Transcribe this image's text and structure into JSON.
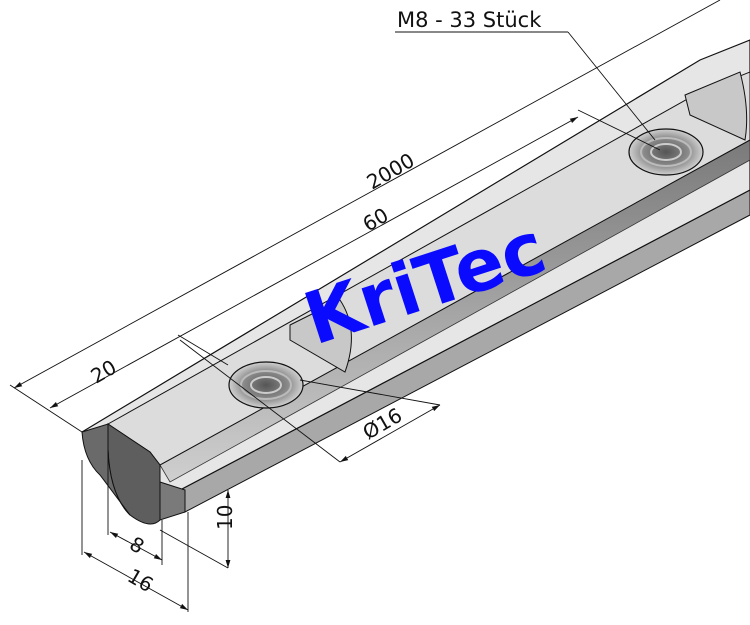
{
  "drawing": {
    "type": "isometric technical drawing",
    "part": "threaded strip / slot nut bar",
    "callout": {
      "label": "M8 - 33 Stück"
    },
    "watermark": {
      "text": "KriTec",
      "color": "#0a0aff"
    },
    "dimensions": {
      "length_total": "2000",
      "pitch": "60",
      "end_offset": "20",
      "hole_diameter": "Ø16",
      "height": "10",
      "tongue_width": "8",
      "width": "16"
    },
    "colors": {
      "top_face": "#e6e6e6",
      "side_face": "#9a9a9a",
      "end_face": "#5e5e5e",
      "line": "#111111"
    }
  }
}
